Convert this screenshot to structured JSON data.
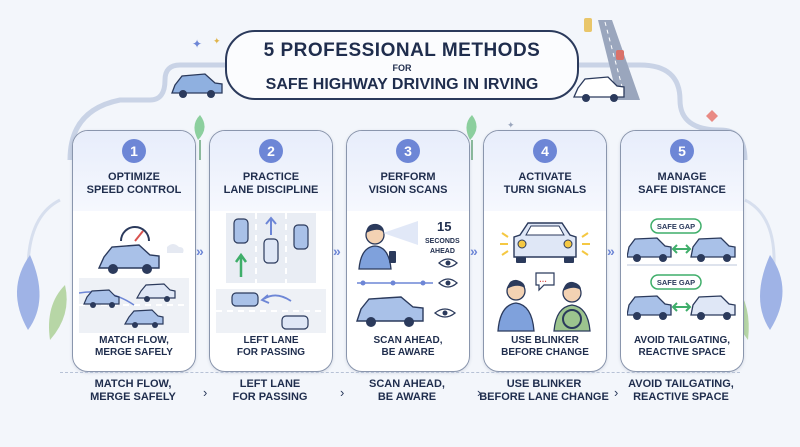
{
  "title": {
    "line1": "5 PROFESSIONAL METHODS",
    "line2": "FOR",
    "line3": "SAFE HIGHWAY DRIVING IN IRVING"
  },
  "colors": {
    "accent": "#6d86d6",
    "dark": "#2b3a5c",
    "green": "#3fae6a",
    "yellow": "#f5c842"
  },
  "steps": [
    {
      "number": "1",
      "title1": "OPTIMIZE",
      "title2": "SPEED CONTROL",
      "caption1": "MATCH FLOW,",
      "caption2": "MERGE SAFELY",
      "bottom1": "MATCH FLOW,",
      "bottom2": "MERGE SAFELY"
    },
    {
      "number": "2",
      "title1": "PRACTICE",
      "title2": "LANE DISCIPLINE",
      "caption1": "LEFT LANE",
      "caption2": "FOR PASSING",
      "bottom1": "LEFT LANE",
      "bottom2": "FOR PASSING"
    },
    {
      "number": "3",
      "title1": "PERFORM",
      "title2": "VISION SCANS",
      "caption1": "SCAN AHEAD,",
      "caption2": "BE AWARE",
      "bottom1": "SCAN AHEAD,",
      "bottom2": "BE AWARE",
      "scan_num": "15",
      "scan_l1": "SECONDS",
      "scan_l2": "AHEAD"
    },
    {
      "number": "4",
      "title1": "ACTIVATE",
      "title2": "TURN SIGNALS",
      "caption1": "USE BLINKER",
      "caption2": "BEFORE CHANGE",
      "bottom1": "USE BLINKER",
      "bottom2": "BEFORE LANE CHANGE"
    },
    {
      "number": "5",
      "title1": "MANAGE",
      "title2": "SAFE DISTANCE",
      "caption1": "AVOID TAILGATING,",
      "caption2": "REACTIVE SPACE",
      "bottom1": "AVOID TAILGATING,",
      "bottom2": "REACTIVE SPACE",
      "gap1": "SAFE GAP",
      "gap2": "SAFE GAP"
    }
  ],
  "icons": [
    "speedometer-icon",
    "car-icon",
    "eye-icon",
    "driver-icon",
    "chevron-right-icon",
    "leaf-icon"
  ]
}
